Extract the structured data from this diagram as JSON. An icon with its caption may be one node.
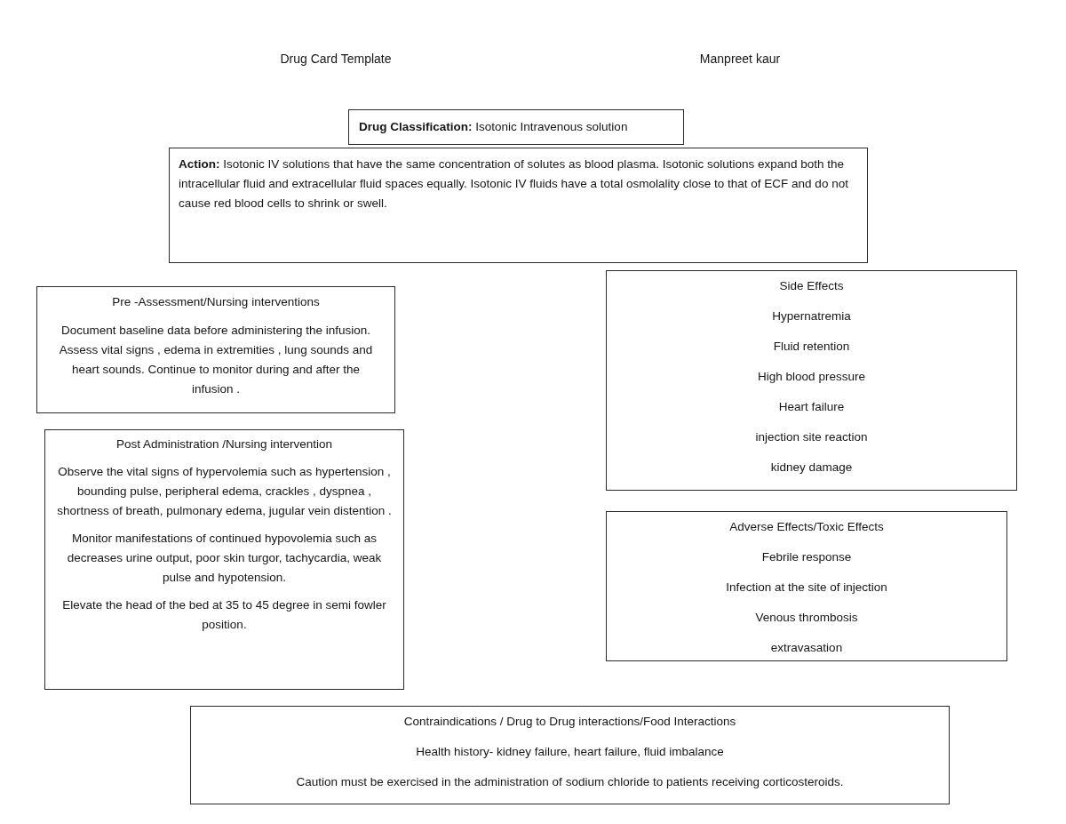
{
  "diagram": {
    "title": "Drug Card Template",
    "nodes": [
      {
        "text": [
          "**Drug Classification:** Isotonic Intravenous solution"
        ]
      },
      {
        "text": [
          "**Action:** Isotonic IV solutions that have the same concentration of solutes as blood plasma. Isotonic solutions expand both the intracellular fluid and extracellular fluid spaces equally. Isotonic IV fluids have a total osmolality close to that of ECF and do not cause red blood cells to shrink or swell."
        ]
      },
      {
        "text": [
          "Pre -Assessment/Nursing interventions",
          "Document baseline data before administering the infusion. Assess vital signs , edema in extremities , lung sounds and heart sounds. Continue to monitor during and after the infusion ."
        ]
      },
      {
        "text": [
          "Side Effects",
          "Hypernatremia",
          "Fluid retention",
          "High blood pressure",
          "Heart failure",
          "injection site reaction",
          "kidney damage"
        ]
      },
      {
        "text": [
          "Post Administration /Nursing intervention",
          "Observe the vital signs of hypervolemia such as hypertension , bounding pulse, peripheral edema, crackles , dyspnea , shortness of breath, pulmonary edema, jugular vein distention .",
          "Monitor manifestations of continued hypovolemia such as decreases urine output, poor skin turgor, tachycardia, weak pulse and hypotension.",
          "Elevate the head of the bed at 35 to 45 degree in semi fowler position."
        ]
      },
      {
        "text": [
          "Adverse Effects/Toxic Effects",
          "Febrile response",
          "Infection at the site of injection",
          "Venous thrombosis",
          "extravasation"
        ]
      },
      {
        "text": [
          "Contraindications / Drug to Drug interactions/Food Interactions",
          "Health history- kidney failure, heart failure, fluid imbalance",
          "Caution must be exercised in the administration of sodium chloride to patients receiving corticosteroids."
        ]
      }
    ],
    "labels": [
      "Manpreet kaur"
    ]
  }
}
